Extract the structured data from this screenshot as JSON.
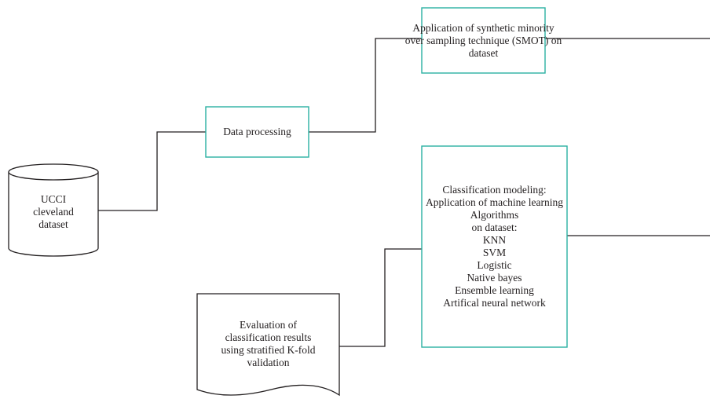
{
  "diagram": {
    "colors": {
      "box_border": "#2bb1a3",
      "line": "#231f20",
      "text": "#231f20"
    },
    "nodes": {
      "dataset": {
        "shape": "cylinder",
        "lines": [
          "UCCI",
          "cleveland",
          "dataset"
        ]
      },
      "data_processing": {
        "shape": "rectangle",
        "lines": [
          "Data processing"
        ]
      },
      "smote": {
        "shape": "rectangle",
        "lines": [
          "Application of synthetic minority",
          "over sampling technique (SMOT) on",
          "dataset"
        ]
      },
      "classification": {
        "shape": "rectangle",
        "lines": [
          "Classification modeling:",
          "Application of machine learning",
          "Algorithms",
          "on dataset:",
          "KNN",
          "SVM",
          "Logistic",
          "Native bayes",
          "Ensemble learning",
          "Artifical neural network"
        ]
      },
      "evaluation": {
        "shape": "document",
        "lines": [
          "Evaluation of",
          "classification results",
          "using stratified K-fold",
          "validation"
        ]
      }
    }
  }
}
